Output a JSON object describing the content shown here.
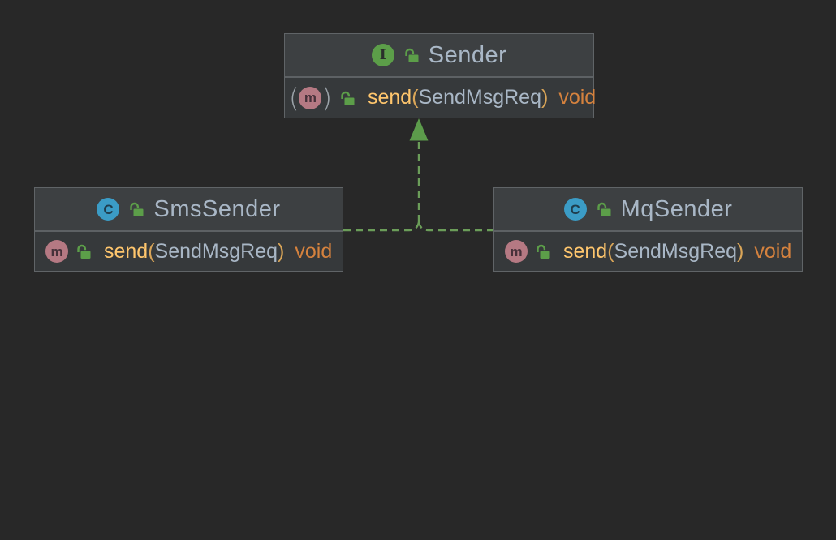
{
  "diagram": {
    "kind": "uml-class-diagram",
    "colors": {
      "canvas_bg": "#282828",
      "node_header_bg": "#3D4042",
      "node_body_bg": "#36393B",
      "node_border": "#606467",
      "title_text": "#A9B7C6",
      "method_name_text": "#FFC66D",
      "parameter_text": "#A9B7C6",
      "return_type_text": "#D5823E",
      "edge_green": "#6B9D59",
      "interface_icon_green": "#5C9E49",
      "class_icon_blue": "#3B9CC6",
      "method_icon_rose": "#B57983",
      "lock_icon_green": "#5C9E49"
    },
    "icons": {
      "interface_icon": "green circle with letter I",
      "class_icon": "blue circle with letter C",
      "method_icon": "rose circle with letter m",
      "abstract_method_icon": "rose circle with letter m wrapped in gray parentheses",
      "public_lock_icon": "green open padlock",
      "implements_edge": "green dashed line with hollow-to-filled triangle arrowhead pointing at interface"
    },
    "nodes": [
      {
        "id": "sender",
        "kind": "interface",
        "icon_letter": "I",
        "name": "Sender",
        "methods": [
          {
            "abstract": true,
            "abstract_lparen": "(",
            "abstract_rparen": ")",
            "icon_letter": "m",
            "name": "send",
            "lparen": "(",
            "param": "SendMsgReq",
            "rparen": ")",
            "return_type": "void"
          }
        ]
      },
      {
        "id": "smsSender",
        "kind": "class",
        "icon_letter": "C",
        "name": "SmsSender",
        "methods": [
          {
            "abstract": false,
            "icon_letter": "m",
            "name": "send",
            "lparen": "(",
            "param": "SendMsgReq",
            "rparen": ")",
            "return_type": "void"
          }
        ]
      },
      {
        "id": "mqSender",
        "kind": "class",
        "icon_letter": "C",
        "name": "MqSender",
        "methods": [
          {
            "abstract": false,
            "icon_letter": "m",
            "name": "send",
            "lparen": "(",
            "param": "SendMsgReq",
            "rparen": ")",
            "return_type": "void"
          }
        ]
      }
    ],
    "edges": [
      {
        "from": "SmsSender",
        "to": "Sender",
        "type": "implements"
      },
      {
        "from": "MqSender",
        "to": "Sender",
        "type": "implements"
      }
    ]
  }
}
